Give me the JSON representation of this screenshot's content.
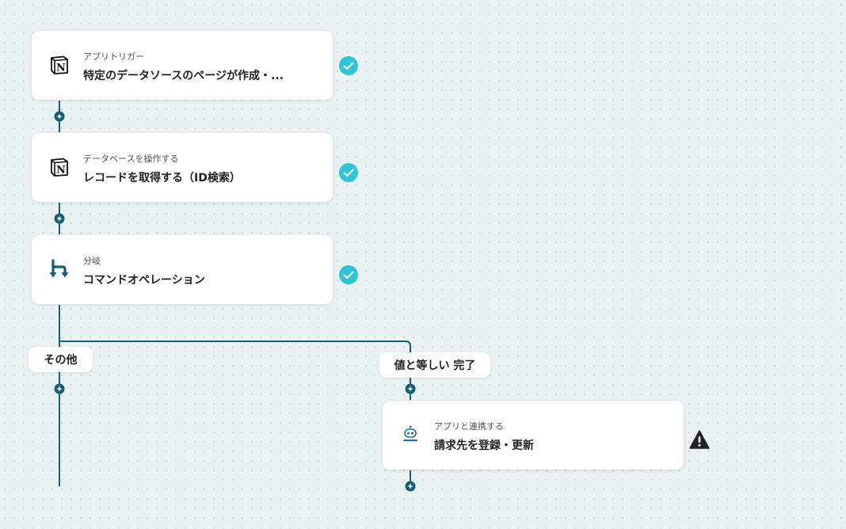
{
  "flow": {
    "steps": [
      {
        "sublabel": "アプリトリガー",
        "label": "特定のデータソースのページが作成・...",
        "icon": "notion-icon",
        "status": "complete"
      },
      {
        "sublabel": "データベースを操作する",
        "label": "レコードを取得する（ID検索）",
        "icon": "notion-icon",
        "status": "complete"
      },
      {
        "sublabel": "分岐",
        "label": "コマンドオペレーション",
        "icon": "branch-icon",
        "status": "complete"
      },
      {
        "sublabel": "アプリと連携する",
        "label": "請求先を登録・更新",
        "icon": "robot-app-icon",
        "status": "warning"
      }
    ],
    "branches": {
      "else_label": "その他",
      "match_label": "値と等しい 完了"
    }
  },
  "colors": {
    "line": "#135f77",
    "check": "#2ec5d6",
    "warning": "#222222",
    "background": "#e9f1f2"
  }
}
